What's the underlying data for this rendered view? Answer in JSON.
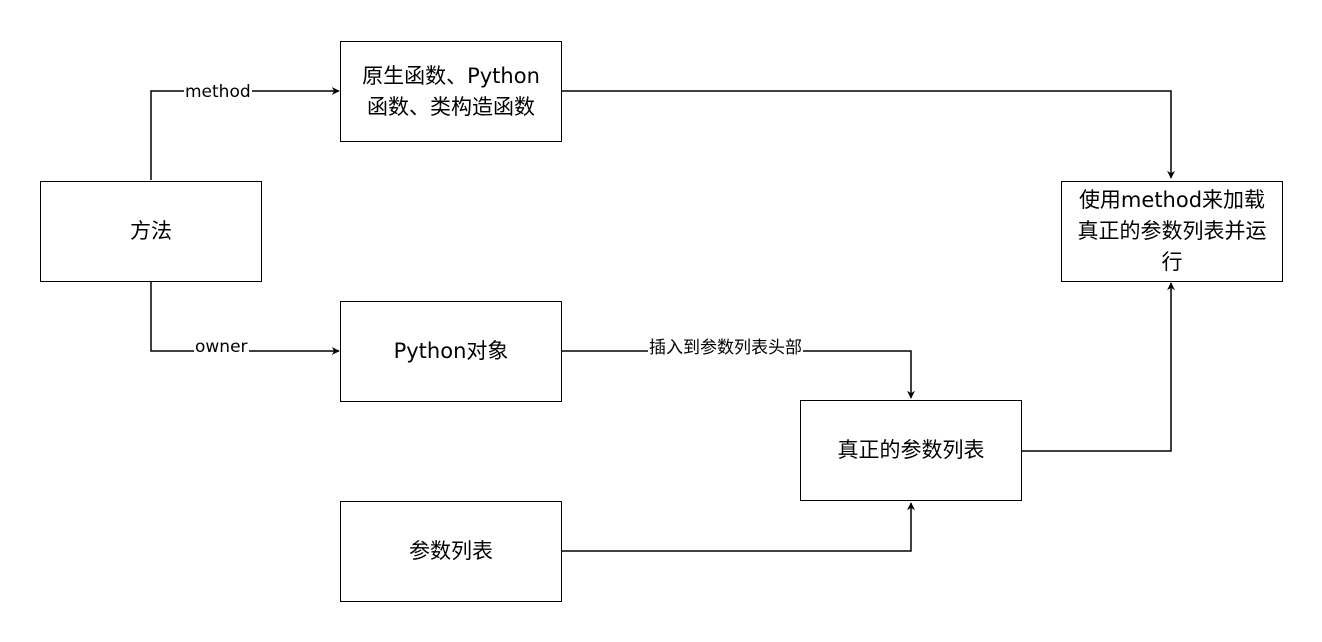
{
  "nodes": {
    "method_node": "方法",
    "native_functions": "原生函数、Python\n函数、类构造函数",
    "python_object": "Python对象",
    "param_list": "参数列表",
    "real_param_list": "真正的参数列表",
    "run_node": "使用method来加载\n真正的参数列表并运\n行"
  },
  "edges": {
    "method_label": "method",
    "owner_label": "owner",
    "insert_label": "插入到参数列表头部"
  },
  "colors": {
    "stroke": "#000000",
    "fill": "#ffffff"
  }
}
